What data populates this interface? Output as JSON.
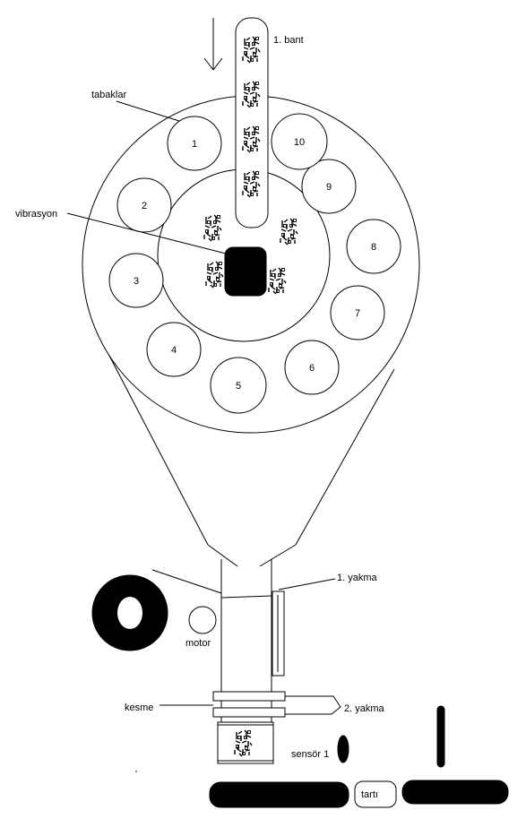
{
  "labels": {
    "belt": "1. bant",
    "trays": "tabaklar",
    "vibration": "vibrasyon",
    "motor": "motor",
    "sealing1": "1. yakma",
    "cutting": "kesme",
    "sealing2": "2. yakma",
    "sensor": "sensör 1",
    "scale": "tartı"
  },
  "trays": [
    "1",
    "2",
    "3",
    "4",
    "5",
    "6",
    "7",
    "8",
    "9",
    "10"
  ],
  "colors": {
    "stroke": "#000000",
    "fill": "#ffffff",
    "solid": "#000000"
  }
}
